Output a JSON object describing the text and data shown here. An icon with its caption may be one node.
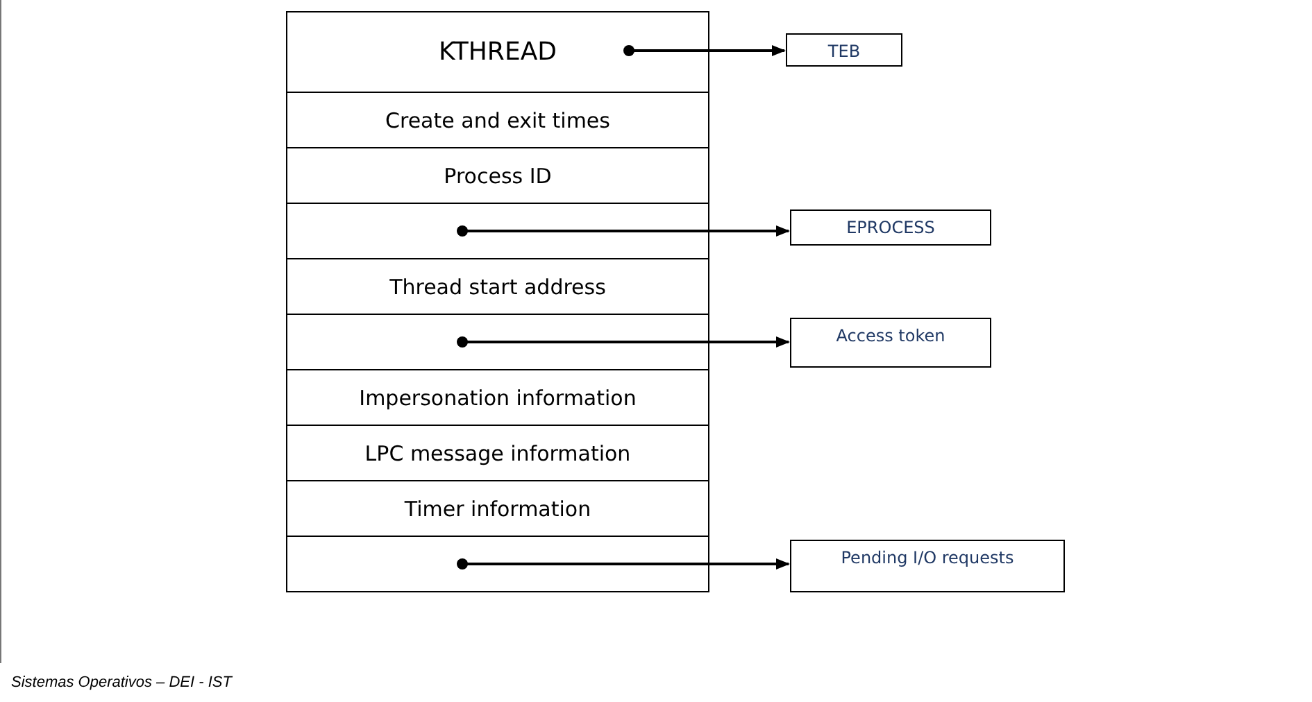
{
  "diagram": {
    "nodes": [
      {
        "text": [
          "KTHREAD"
        ]
      },
      {
        "text": [
          "Create and exit times"
        ]
      },
      {
        "text": [
          "Process ID"
        ]
      },
      {
        "text": [],
        "shape": "box"
      },
      {
        "text": [
          "Thread start address"
        ]
      },
      {
        "text": [],
        "shape": "box"
      },
      {
        "text": [
          "Impersonation information"
        ]
      },
      {
        "text": [
          "LPC message information"
        ]
      },
      {
        "text": [
          "Timer information"
        ]
      },
      {
        "text": [],
        "shape": "box"
      },
      {
        "text": [
          "TEB"
        ]
      },
      {
        "text": [
          "EPROCESS"
        ]
      },
      {
        "text": [
          "Access token"
        ]
      },
      {
        "text": [
          "Pending I/O requests"
        ]
      }
    ],
    "edges": [
      {
        "from": 0,
        "to": 10,
        "arrow": "to"
      },
      {
        "from": 3,
        "to": 11,
        "arrow": "to"
      },
      {
        "from": 5,
        "to": 12,
        "arrow": "to"
      },
      {
        "from": 9,
        "to": 13,
        "arrow": "to"
      }
    ],
    "labels": [
      "Sistemas Operativos – DEI - IST"
    ]
  }
}
